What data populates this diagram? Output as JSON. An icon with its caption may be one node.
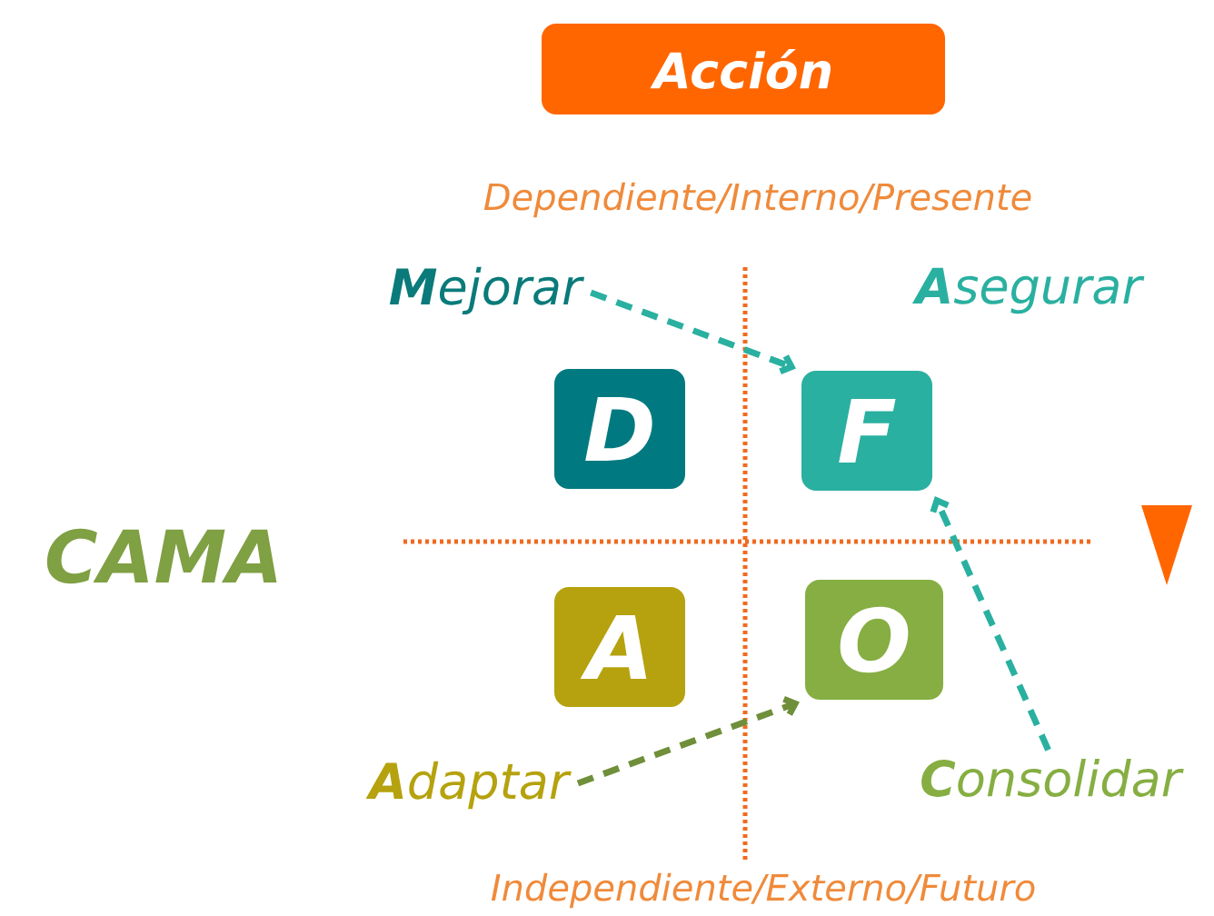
{
  "diagram": {
    "nodes": [
      {
        "text": [
          "Acción"
        ]
      },
      {
        "text": [
          "**M**ejorar"
        ]
      },
      {
        "text": [
          "D"
        ]
      },
      {
        "text": [
          "F"
        ]
      },
      {
        "text": [
          "A"
        ]
      },
      {
        "text": [
          "O"
        ]
      },
      {
        "text": [
          "**A**daptar"
        ]
      },
      {
        "text": [
          "**C**onsolidar"
        ]
      }
    ],
    "edges": [
      {
        "from": 1,
        "to": 3,
        "arrow": "to",
        "style": "dashed"
      },
      {
        "from": 7,
        "to": 3,
        "arrow": "to",
        "style": "dashed"
      },
      {
        "from": 6,
        "to": 5,
        "arrow": "to",
        "style": "dashed",
        "color": "#6f8f3a"
      }
    ],
    "labels": [
      "Dependiente/Interno/Presente",
      "**A**segurar",
      "CAMA",
      "Independiente/Externo/Futuro"
    ]
  }
}
